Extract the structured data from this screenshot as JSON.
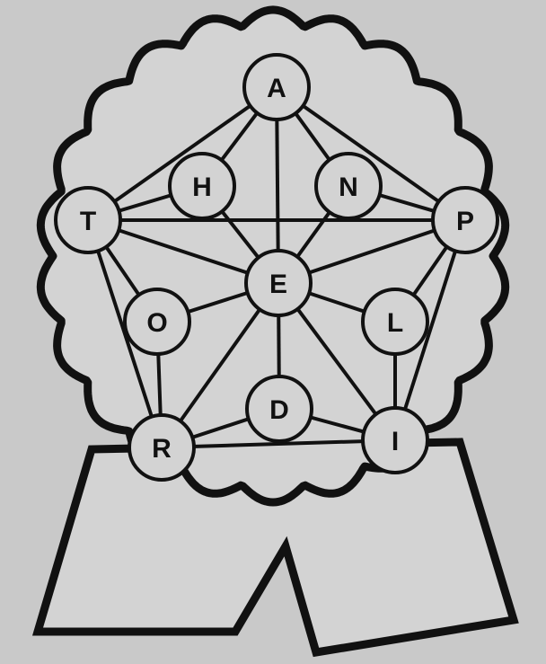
{
  "colors": {
    "background": "#c9c9c9",
    "fill": "#d3d3d3",
    "ink": "#111111"
  },
  "nodes": [
    {
      "id": "A",
      "label": "A"
    },
    {
      "id": "H",
      "label": "H"
    },
    {
      "id": "N",
      "label": "N"
    },
    {
      "id": "T",
      "label": "T"
    },
    {
      "id": "P",
      "label": "P"
    },
    {
      "id": "E",
      "label": "E"
    },
    {
      "id": "O",
      "label": "O"
    },
    {
      "id": "L",
      "label": "L"
    },
    {
      "id": "D",
      "label": "D"
    },
    {
      "id": "R",
      "label": "R"
    },
    {
      "id": "I",
      "label": "I"
    }
  ],
  "edges": [
    [
      "A",
      "H"
    ],
    [
      "A",
      "N"
    ],
    [
      "A",
      "T"
    ],
    [
      "A",
      "P"
    ],
    [
      "A",
      "E"
    ],
    [
      "H",
      "T"
    ],
    [
      "H",
      "E"
    ],
    [
      "N",
      "P"
    ],
    [
      "N",
      "E"
    ],
    [
      "T",
      "P"
    ],
    [
      "T",
      "E"
    ],
    [
      "T",
      "O"
    ],
    [
      "T",
      "R"
    ],
    [
      "P",
      "E"
    ],
    [
      "P",
      "L"
    ],
    [
      "P",
      "I"
    ],
    [
      "E",
      "O"
    ],
    [
      "E",
      "L"
    ],
    [
      "E",
      "D"
    ],
    [
      "E",
      "R"
    ],
    [
      "E",
      "I"
    ],
    [
      "O",
      "R"
    ],
    [
      "L",
      "I"
    ],
    [
      "D",
      "R"
    ],
    [
      "D",
      "I"
    ],
    [
      "R",
      "I"
    ]
  ]
}
